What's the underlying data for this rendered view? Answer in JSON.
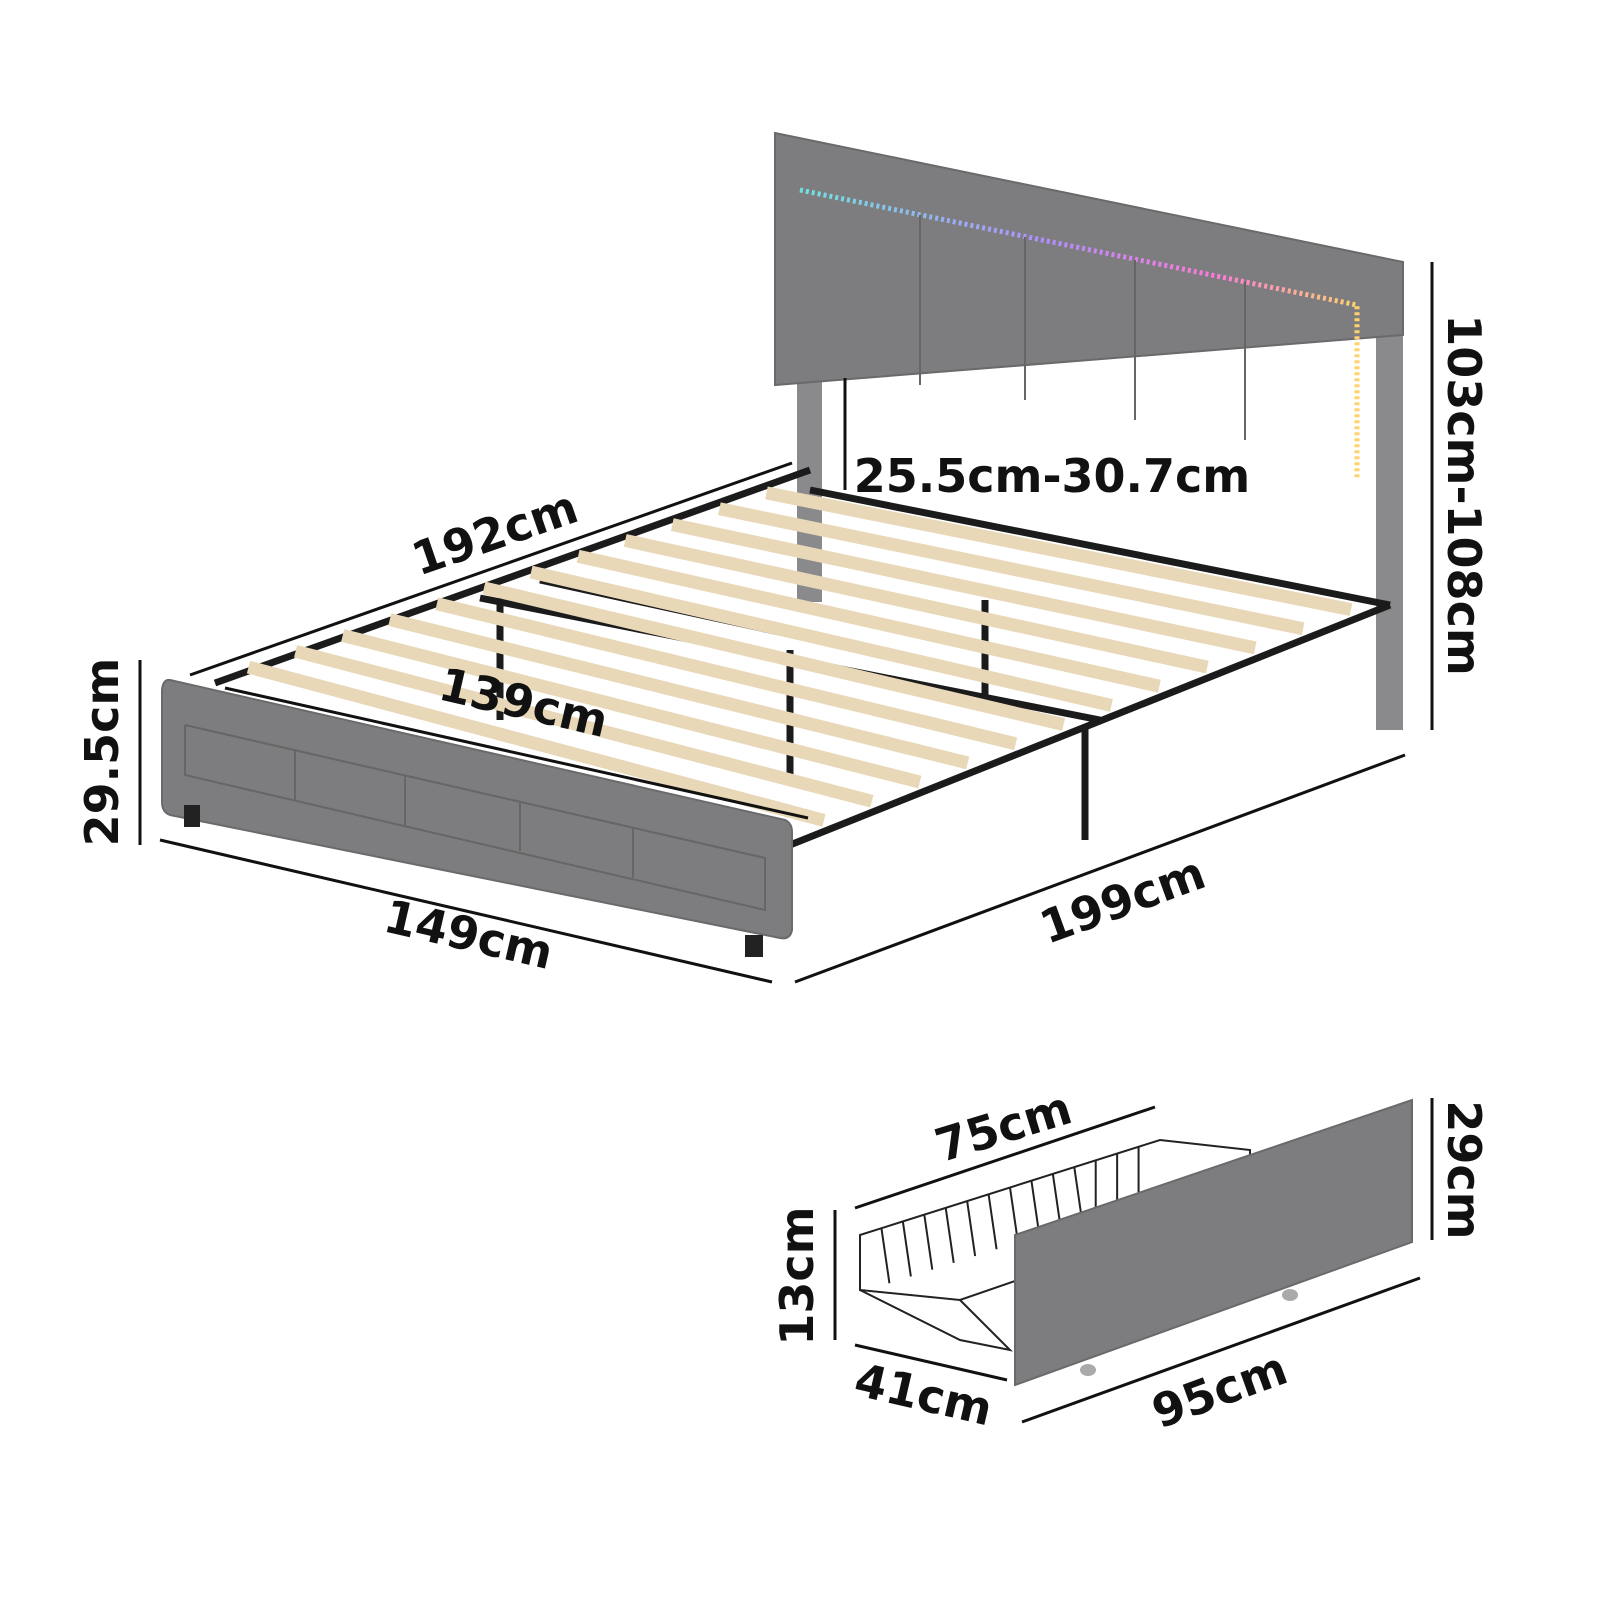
{
  "bed": {
    "length_outer": "192cm",
    "length_total": "199cm",
    "width_total": "149cm",
    "width_inner": "139cm",
    "footboard_height": "29.5cm",
    "headboard_height": "103cm-108cm",
    "headboard_gap": "25.5cm-30.7cm"
  },
  "drawer": {
    "basket_length": "75cm",
    "front_height": "29cm",
    "basket_height": "13cm",
    "basket_depth": "41cm",
    "front_length": "95cm"
  },
  "colors": {
    "upholstery": "#7d7d7f",
    "slats": "#e9d8b8",
    "frame": "#1b1b1b",
    "led_strip": [
      "#6fe3e0",
      "#b48cff",
      "#ff7ad9",
      "#ffd36b"
    ]
  }
}
